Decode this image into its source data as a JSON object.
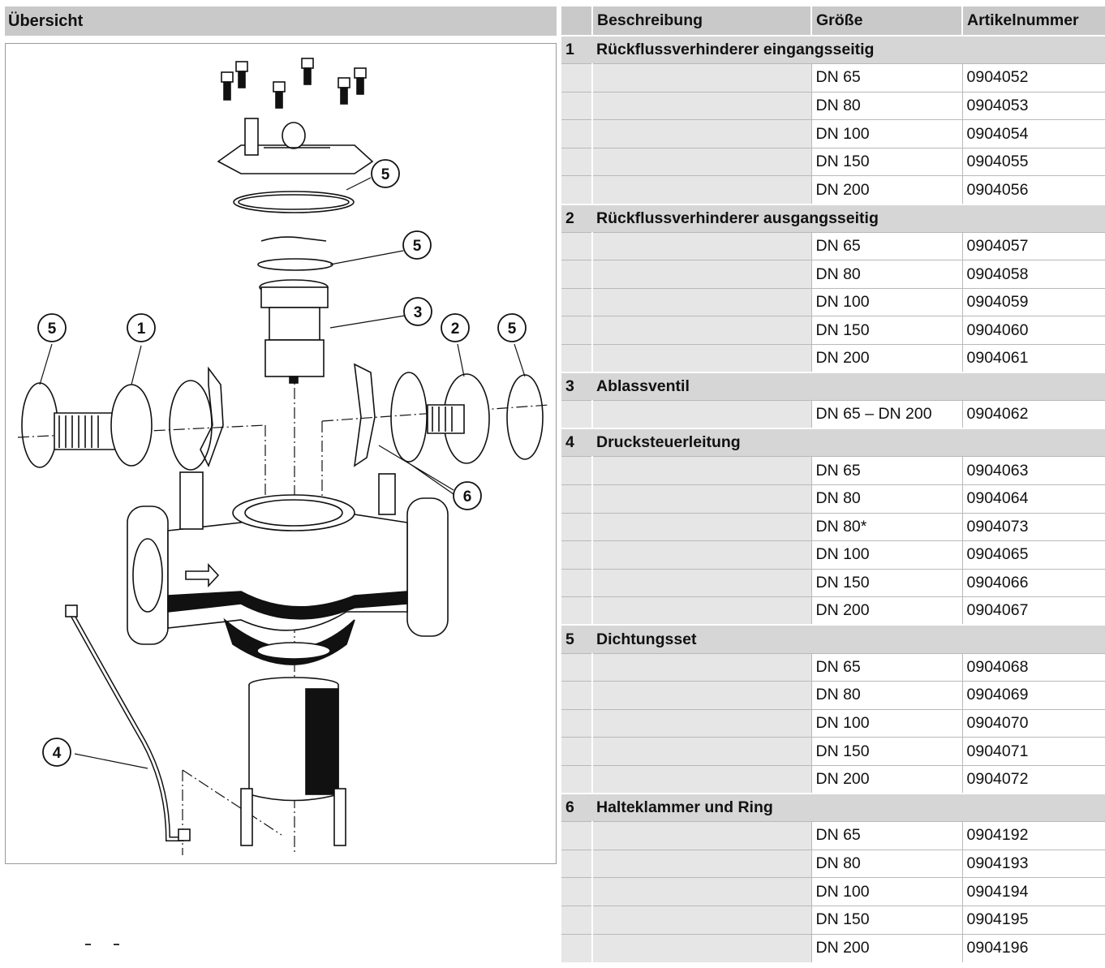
{
  "overview": {
    "title": "Übersicht"
  },
  "figure": {
    "callouts": [
      "5",
      "5",
      "3",
      "5",
      "1",
      "2",
      "5",
      "6",
      "4"
    ]
  },
  "table": {
    "headers": {
      "num": "",
      "description": "Beschreibung",
      "size": "Größe",
      "article": "Artikelnummer"
    },
    "sections": [
      {
        "num": "1",
        "description": "Rückflussverhinderer eingangsseitig",
        "items": [
          {
            "size": "DN 65",
            "article": "0904052"
          },
          {
            "size": "DN 80",
            "article": "0904053"
          },
          {
            "size": "DN 100",
            "article": "0904054"
          },
          {
            "size": "DN 150",
            "article": "0904055"
          },
          {
            "size": "DN 200",
            "article": "0904056"
          }
        ]
      },
      {
        "num": "2",
        "description": "Rückflussverhinderer ausgangsseitig",
        "items": [
          {
            "size": "DN 65",
            "article": "0904057"
          },
          {
            "size": "DN 80",
            "article": "0904058"
          },
          {
            "size": "DN 100",
            "article": "0904059"
          },
          {
            "size": "DN 150",
            "article": "0904060"
          },
          {
            "size": "DN 200",
            "article": "0904061"
          }
        ]
      },
      {
        "num": "3",
        "description": "Ablassventil",
        "items": [
          {
            "size": "DN 65 – DN 200",
            "article": "0904062"
          }
        ]
      },
      {
        "num": "4",
        "description": "Drucksteuerleitung",
        "items": [
          {
            "size": "DN 65",
            "article": "0904063"
          },
          {
            "size": "DN 80",
            "article": "0904064"
          },
          {
            "size": "DN 80*",
            "article": "0904073"
          },
          {
            "size": "DN 100",
            "article": "0904065"
          },
          {
            "size": "DN 150",
            "article": "0904066"
          },
          {
            "size": "DN 200",
            "article": "0904067"
          }
        ]
      },
      {
        "num": "5",
        "description": "Dichtungsset",
        "items": [
          {
            "size": "DN 65",
            "article": "0904068"
          },
          {
            "size": "DN 80",
            "article": "0904069"
          },
          {
            "size": "DN 100",
            "article": "0904070"
          },
          {
            "size": "DN 150",
            "article": "0904071"
          },
          {
            "size": "DN 200",
            "article": "0904072"
          }
        ]
      },
      {
        "num": "6",
        "description": "Halteklammer und Ring",
        "items": [
          {
            "size": "DN 65",
            "article": "0904192"
          },
          {
            "size": "DN 80",
            "article": "0904193"
          },
          {
            "size": "DN 100",
            "article": "0904194"
          },
          {
            "size": "DN 150",
            "article": "0904195"
          },
          {
            "size": "DN 200",
            "article": "0904196"
          }
        ]
      }
    ]
  }
}
